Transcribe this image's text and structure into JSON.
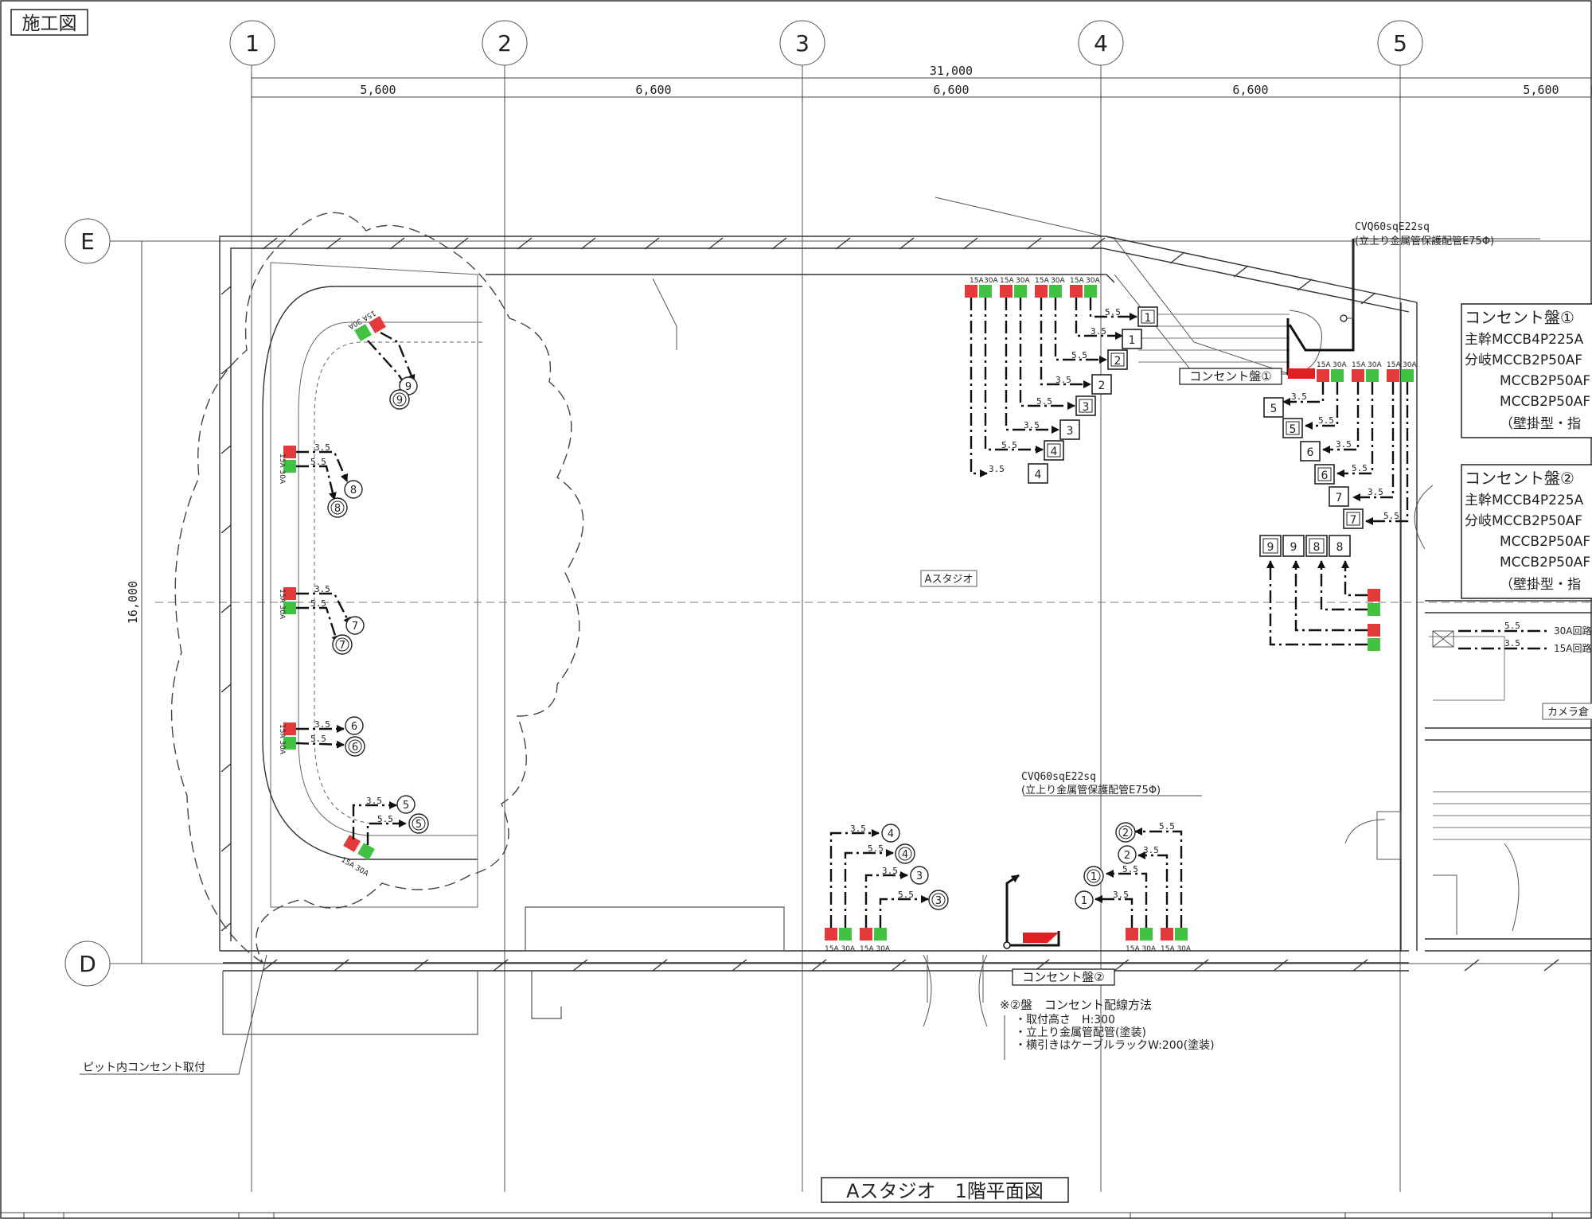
{
  "title_stamp": "施工図",
  "drawing_title": "Aスタジオ　1階平面図",
  "grid": {
    "columns": [
      "1",
      "2",
      "3",
      "4",
      "5"
    ],
    "rows": [
      "E",
      "D"
    ],
    "total_dim": "31,000",
    "spans": [
      "5,600",
      "6,600",
      "6,600",
      "6,600",
      "5,600"
    ],
    "vertical_dim": "16,000"
  },
  "room_label": "Aスタジオ",
  "camera_room_label": "カメラ倉",
  "panel1": {
    "tag": "コンセント盤①",
    "feed_line1": "CVQ60sqE22sq",
    "feed_line2": "(立上り金属管保護配管E75Φ)",
    "spec_title": "コンセント盤①",
    "spec_lines": [
      "主幹MCCB4P225A",
      "分岐MCCB2P50AF",
      "MCCB2P50AF",
      "MCCB2P50AF",
      "（壁掛型・指"
    ]
  },
  "panel2": {
    "tag": "コンセント盤②",
    "feed_line1": "CVQ60sqE22sq",
    "feed_line2": "(立上り金属管保護配管E75Φ)",
    "spec_title": "コンセント盤②",
    "spec_lines": [
      "主幹MCCB4P225A",
      "分岐MCCB2P50AF",
      "MCCB2P50AF",
      "MCCB2P50AF",
      "（壁掛型・指"
    ]
  },
  "legend": {
    "circuit_30a": "30A回路",
    "circuit_15a": "15A回路",
    "size_30a": "5.5",
    "size_15a": "3.5"
  },
  "notes": {
    "title": "※②盤　コンセント配線方法",
    "lines": [
      "・取付高さ　H:300",
      "・立上り金属管配管(塗装)",
      "・横引きはケーブルラックW:200(塗装)"
    ]
  },
  "pit_label": "ピット内コンセント取付",
  "outlet_ratings": {
    "r15": "15A",
    "r30": "30A",
    "pair": "15A 30A"
  },
  "circuit_numbers": [
    "1",
    "2",
    "3",
    "4",
    "5",
    "6",
    "7",
    "8",
    "9"
  ],
  "wire_sizes": [
    "3.5",
    "5.5"
  ],
  "colors": {
    "outlet_15a": "#e33b3b",
    "outlet_30a": "#42c242",
    "panel_red": "#e02020",
    "line": "#111111"
  }
}
